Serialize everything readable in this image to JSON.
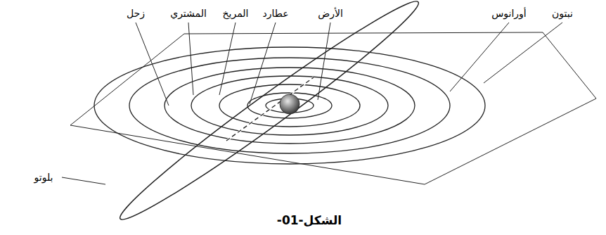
{
  "diagram": {
    "caption": "الشكل-01-",
    "labels": [
      "زحل",
      "المشتري",
      "المريخ",
      "عطارد",
      "الأرض",
      "أورانوس",
      "نبتون",
      "بلوتو"
    ]
  }
}
